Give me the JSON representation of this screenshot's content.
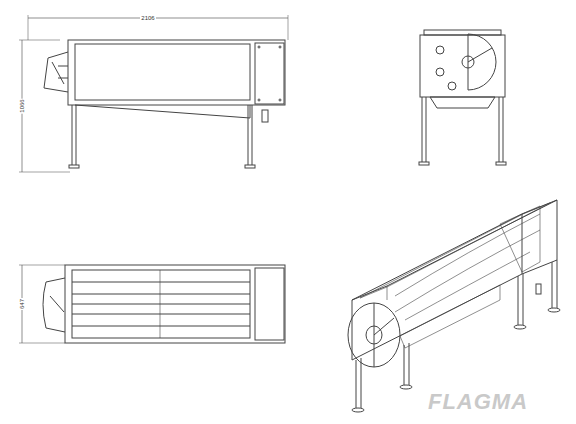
{
  "diagram": {
    "labels": [
      "2106",
      "1066",
      "647",
      "FLAGMA"
    ]
  }
}
